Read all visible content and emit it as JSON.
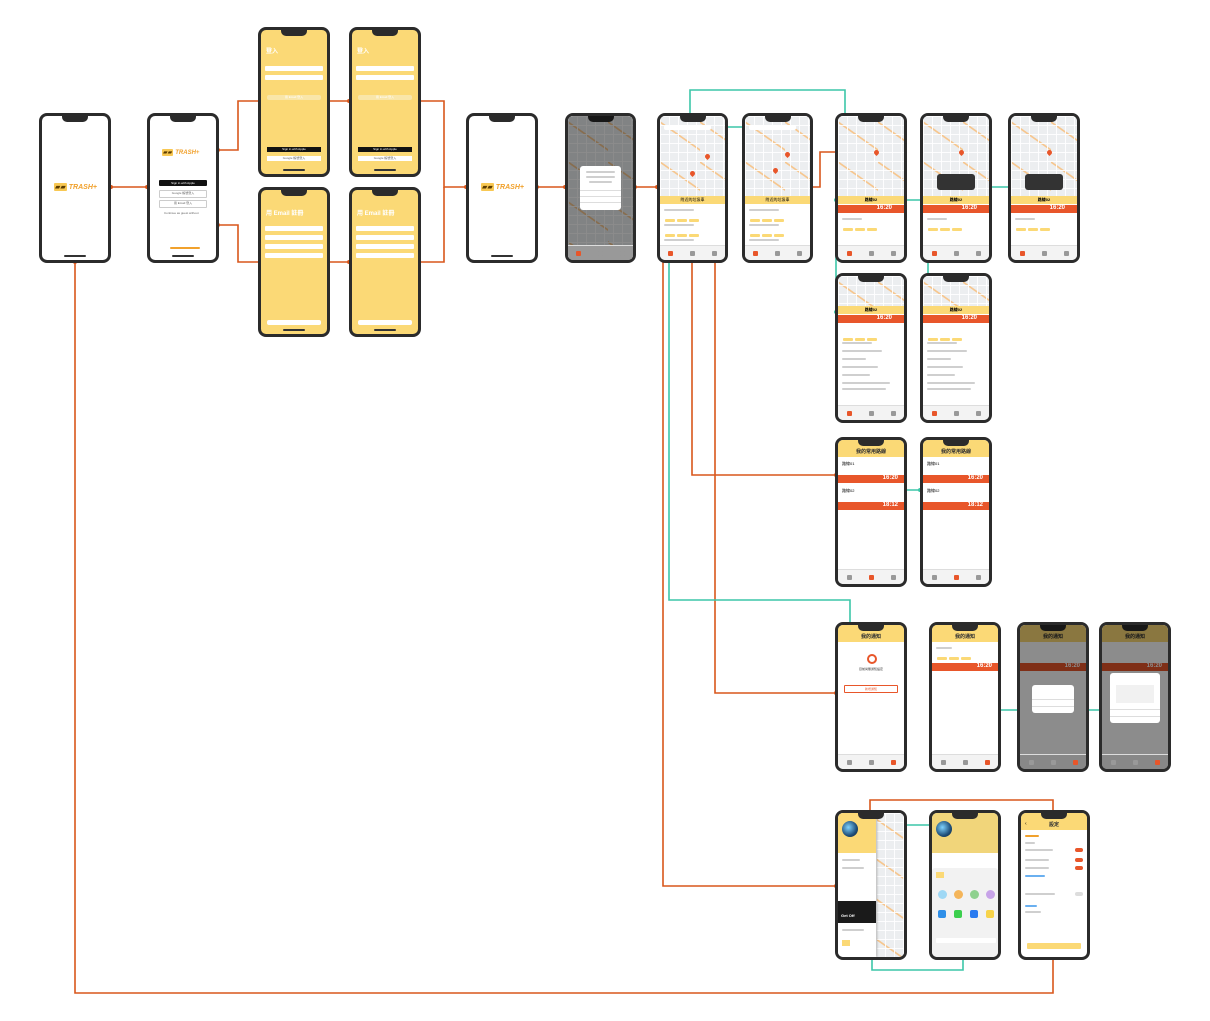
{
  "app": {
    "logo_text": "TRASH+",
    "logo_icon": "trash-truck-logo-icon"
  },
  "colors": {
    "accent": "#fbd976",
    "brand_orange": "#f1a12c",
    "flow_orange": "#d9571c",
    "flow_teal": "#3cc6a8",
    "alert": "#e8562a"
  },
  "screens": {
    "login": {
      "apple_button": "Sign in with Apple",
      "google_button": "Google 帳號登入",
      "email_button": "用 Email 登入",
      "guest_link": "Continue as guest without"
    },
    "email_login": {
      "title": "登入",
      "submit": "用 Email 登入",
      "apple_button": "Sign in with Apple",
      "google_button": "Google 帳號登入"
    },
    "email_register": {
      "title": "用 Email 註冊"
    },
    "list": {
      "title": "附近的垃圾車"
    },
    "detail": {
      "route_title": "路線02",
      "time": "16:20"
    },
    "favorites": {
      "title": "我的常用路線",
      "item1": "路線01",
      "item2": "路線02",
      "time1": "16:20",
      "time2": "18:12"
    },
    "notify": {
      "title": "我的通知",
      "empty_title": "目前尚無通知設定",
      "empty_button": "新增通知",
      "time": "16:20"
    },
    "drawer": {
      "promo": "Get Off"
    },
    "settings": {
      "title": "設定"
    }
  }
}
